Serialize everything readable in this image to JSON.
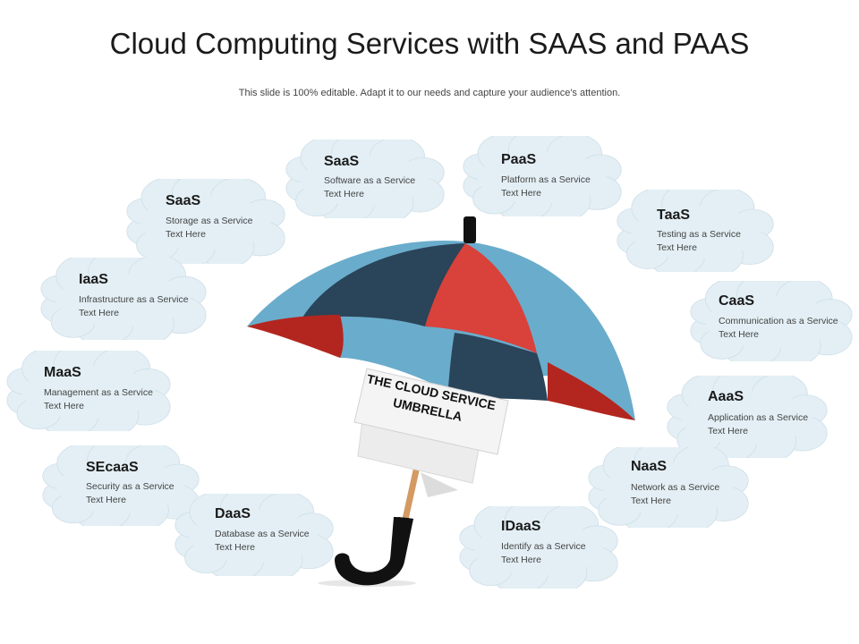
{
  "title": "Cloud Computing Services with SAAS and PAAS",
  "subtitle": "This slide is 100% editable. Adapt it to our needs and capture your audience's attention.",
  "umbrella": {
    "label_line1": "THE CLOUD SERVICE",
    "label_line2": "UMBRELLA",
    "colors": {
      "light_blue": "#6aaccb",
      "navy": "#2a4459",
      "red": "#d9413b",
      "dark_red": "#b3261f",
      "handle": "#d39a62",
      "grip": "#111111"
    }
  },
  "cloud_color": "#e3eff5",
  "clouds": [
    {
      "name": "SaaS",
      "line1": "Software as a Service",
      "line2": "Text Here"
    },
    {
      "name": "PaaS",
      "line1": "Platform as a Service",
      "line2": "Text Here"
    },
    {
      "name": "SaaS",
      "line1": "Storage  as a Service",
      "line2": "Text Here"
    },
    {
      "name": "TaaS",
      "line1": "Testing as a Service",
      "line2": "Text Here"
    },
    {
      "name": "IaaS",
      "line1": "Infrastructure  as a Service",
      "line2": "Text Here"
    },
    {
      "name": "CaaS",
      "line1": "Communication as a Service",
      "line2": "Text Here"
    },
    {
      "name": "MaaS",
      "line1": "Management as a Service",
      "line2": "Text Here"
    },
    {
      "name": "AaaS",
      "line1": "Application as a Service",
      "line2": "Text Here"
    },
    {
      "name": "SEcaaS",
      "line1": "Security  as a Service",
      "line2": "Text Here"
    },
    {
      "name": "NaaS",
      "line1": "Network as a Service",
      "line2": "Text Here"
    },
    {
      "name": "DaaS",
      "line1": "Database as a Service",
      "line2": "Text Here"
    },
    {
      "name": "IDaaS",
      "line1": "Identify as a Service",
      "line2": "Text Here"
    }
  ]
}
